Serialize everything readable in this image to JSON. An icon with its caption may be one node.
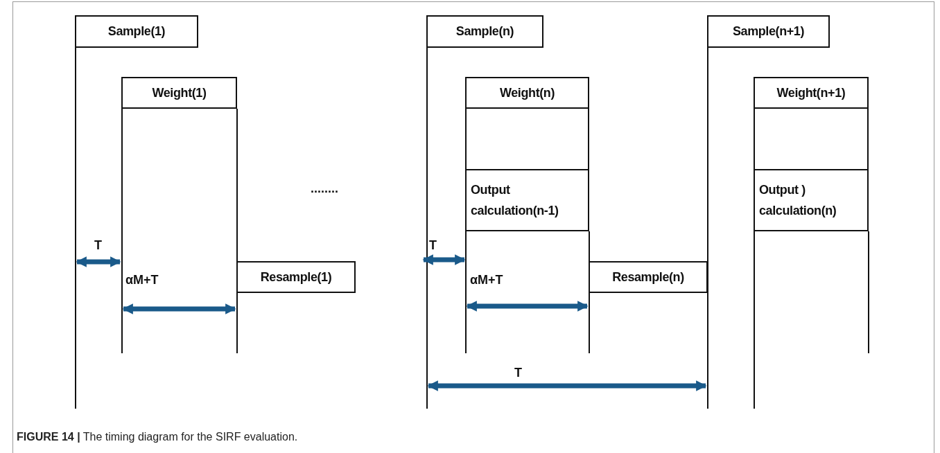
{
  "diagram": {
    "caption": "**FIGURE 14 |** The timing diagram for the SIRF evaluation.",
    "nodes": [
      {
        "text": [
          "Sample(1)"
        ]
      },
      {
        "text": [
          "Weight(1)"
        ]
      },
      {
        "text": [
          "Resample(1)"
        ]
      },
      {
        "text": [
          "Sample(n)"
        ]
      },
      {
        "text": [
          "Weight(n)"
        ]
      },
      {
        "text": [],
        "shape": "box"
      },
      {
        "text": [
          "Output calculation(n-1)"
        ]
      },
      {
        "text": [
          "Resample(n)"
        ]
      },
      {
        "text": [
          "Sample(n+1)"
        ]
      },
      {
        "text": [
          "Weight(n+1)"
        ]
      },
      {
        "text": [],
        "shape": "box"
      },
      {
        "text": [
          "Output ) calculation(n)"
        ]
      }
    ],
    "edges": [],
    "labels": [
      "........",
      "T",
      "T",
      "αM+T",
      "αM+T",
      "T"
    ]
  }
}
